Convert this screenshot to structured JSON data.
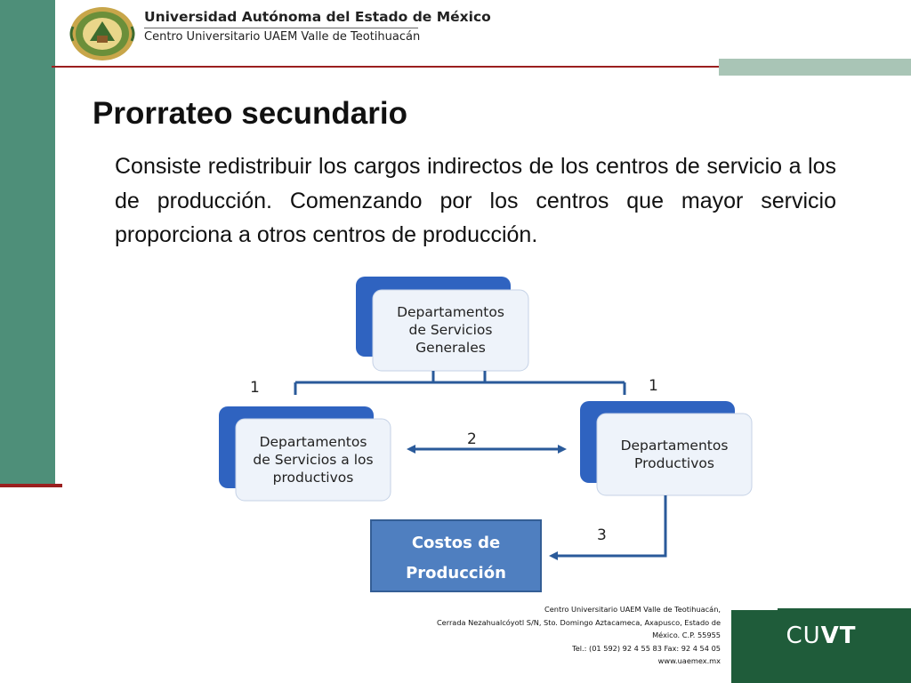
{
  "header": {
    "university": "Universidad Autónoma del Estado de México",
    "center": "Centro Universitario UAEM Valle de Teotihuacán"
  },
  "slide": {
    "title": "Prorrateo secundario",
    "body": "Consiste redistribuir los cargos indirectos de los centros de servicio a los de producción. Comenzando por los centros que mayor servicio proporciona a otros centros de producción."
  },
  "diagram": {
    "top_box": [
      "Departamentos",
      "de Servicios",
      "Generales"
    ],
    "left_box": [
      "Departamentos",
      "de Servicios a los",
      "productivos"
    ],
    "right_box": [
      "Departamentos",
      "Productivos"
    ],
    "cost_box": [
      "Costos de",
      "Producción"
    ],
    "label_left": "1",
    "label_right": "1",
    "label_middle": "2",
    "label_bottom": "3",
    "box_front_color": "#eef3fa",
    "box_back_color": "#2f63c0",
    "connector_color": "#2a5a9a",
    "cost_box_color": "#4f7fc0"
  },
  "footer": {
    "lines": [
      "Centro Universitario UAEM Valle de Teotihuacán,",
      "Cerrada Nezahualcóyotl S/N, Sto. Domingo Aztacameca, Axapusco, Estado de",
      "México. C.P. 55955",
      "Tel.: (01 592) 92 4 55 83 Fax: 92 4 54 05",
      "www.uaemex.mx"
    ],
    "brand_a": "CU",
    "brand_b": "VT"
  },
  "colors": {
    "side_bar": "#4e8f79",
    "accent_red": "#9b1f1f",
    "footer_green": "#1f5c3a"
  },
  "icons": {
    "logo": "uaem-seal-icon"
  }
}
